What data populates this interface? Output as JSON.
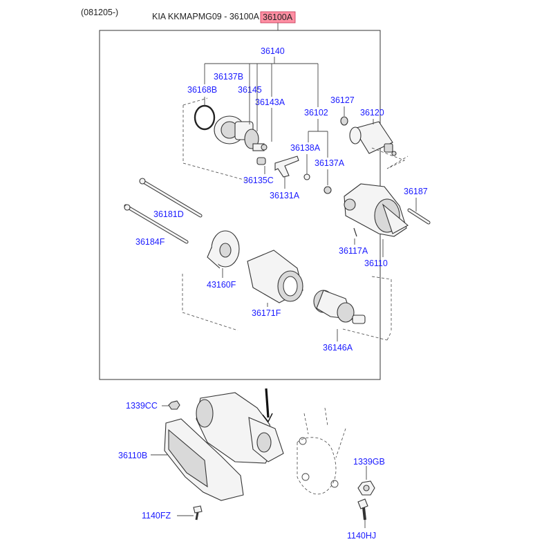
{
  "header": {
    "date_code": "(081205-)",
    "model_title": "KIA KKMAPMG09 - 36100A",
    "highlight_part": "36100A",
    "highlight_color": "#ff8fa3"
  },
  "parts": {
    "p36140": "36140",
    "p36137B": "36137B",
    "p36168B": "36168B",
    "p36145": "36145",
    "p36143A": "36143A",
    "p36127": "36127",
    "p36102": "36102",
    "p36120": "36120",
    "p36138A": "36138A",
    "p36137A": "36137A",
    "p36135C": "36135C",
    "p36131A": "36131A",
    "p36187": "36187",
    "p36181D": "36181D",
    "p36184F": "36184F",
    "p36117A": "36117A",
    "p36110": "36110",
    "p43160F": "43160F",
    "p36171F": "36171F",
    "p36146A": "36146A",
    "p1339CC": "1339CC",
    "p36110B": "36110B",
    "p1339GB": "1339GB",
    "p1140FZ": "1140FZ",
    "p1140HJ": "1140HJ"
  },
  "colors": {
    "label_blue": "#1a1aff",
    "line": "#444444"
  }
}
